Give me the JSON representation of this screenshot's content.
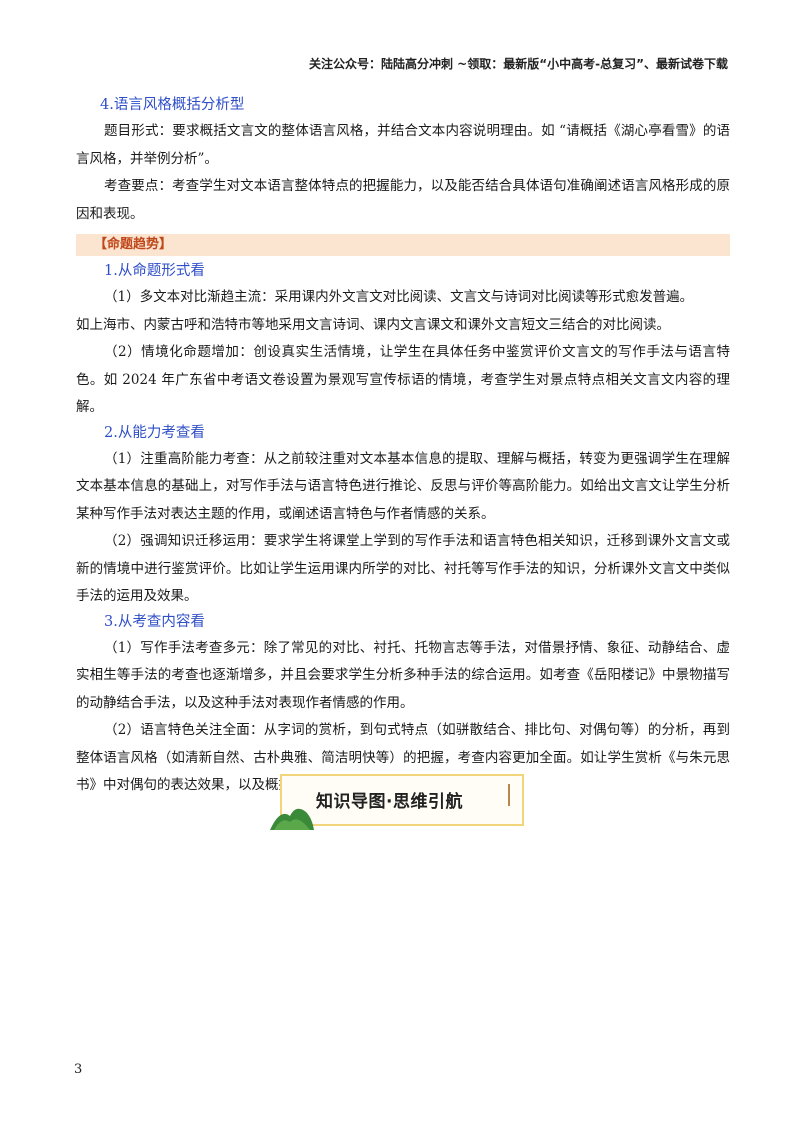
{
  "header": {
    "text": "关注公众号：陆陆高分冲刺 ~领取：最新版“小中高考-总复习”、最新试卷下载"
  },
  "section4": {
    "heading": "4.语言风格概括分析型",
    "p1": "题目形式：要求概括文言文的整体语言风格，并结合文本内容说明理由。如 “请概括《湖心亭看雪》的语言风格，并举例分析”。",
    "p2": "考查要点：考查学生对文本语言整体特点的把握能力，以及能否结合具体语句准确阐述语言风格形成的原因和表现。"
  },
  "trend_banner": "【命题趋势】",
  "trend1": {
    "heading": "1.从命题形式看",
    "p1": "（1）多文本对比渐趋主流：采用课内外文言文对比阅读、文言文与诗词对比阅读等形式愈发普遍。",
    "p1b": "如上海市、内蒙古呼和浩特市等地采用文言诗词、课内文言课文和课外文言短文三结合的对比阅读。",
    "p2": "（2）情境化命题增加：创设真实生活情境，让学生在具体任务中鉴赏评价文言文的写作手法与语言特色。如 2024 年广东省中考语文卷设置为景观写宣传标语的情境，考查学生对景点特点相关文言文内容的理解。"
  },
  "trend2": {
    "heading": "2.从能力考查看",
    "p1": "（1）注重高阶能力考查：从之前较注重对文本基本信息的提取、理解与概括，转变为更强调学生在理解文本基本信息的基础上，对写作手法与语言特色进行推论、反思与评价等高阶能力。如给出文言文让学生分析某种写作手法对表达主题的作用，或阐述语言特色与作者情感的关系。",
    "p2": "（2）强调知识迁移运用：要求学生将课堂上学到的写作手法和语言特色相关知识，迁移到课外文言文或新的情境中进行鉴赏评价。比如让学生运用课内所学的对比、衬托等写作手法的知识，分析课外文言文中类似手法的运用及效果。"
  },
  "trend3": {
    "heading": "3.从考查内容看",
    "p1": "（1）写作手法考查多元：除了常见的对比、衬托、托物言志等手法，对借景抒情、象征、动静结合、虚实相生等手法的考查也逐渐增多，并且会要求学生分析多种手法的综合运用。如考查《岳阳楼记》中景物描写的动静结合手法，以及这种手法对表现作者情感的作用。",
    "p2": "（2）语言特色关注全面：从字词的赏析，到句式特点（如骈散结合、排比句、对偶句等）的分析，再到整体语言风格（如清新自然、古朴典雅、简洁明快等）的把握，考查内容更加全面。如让学生赏析《与朱元思书》中对偶句的表达效果，以及概括文章整体的语言风格。"
  },
  "mindmap": {
    "title": "知识导图·思维引航",
    "frame_color": "#f2d47a",
    "hill_color": "#3a8a3a"
  },
  "page_number": "3"
}
